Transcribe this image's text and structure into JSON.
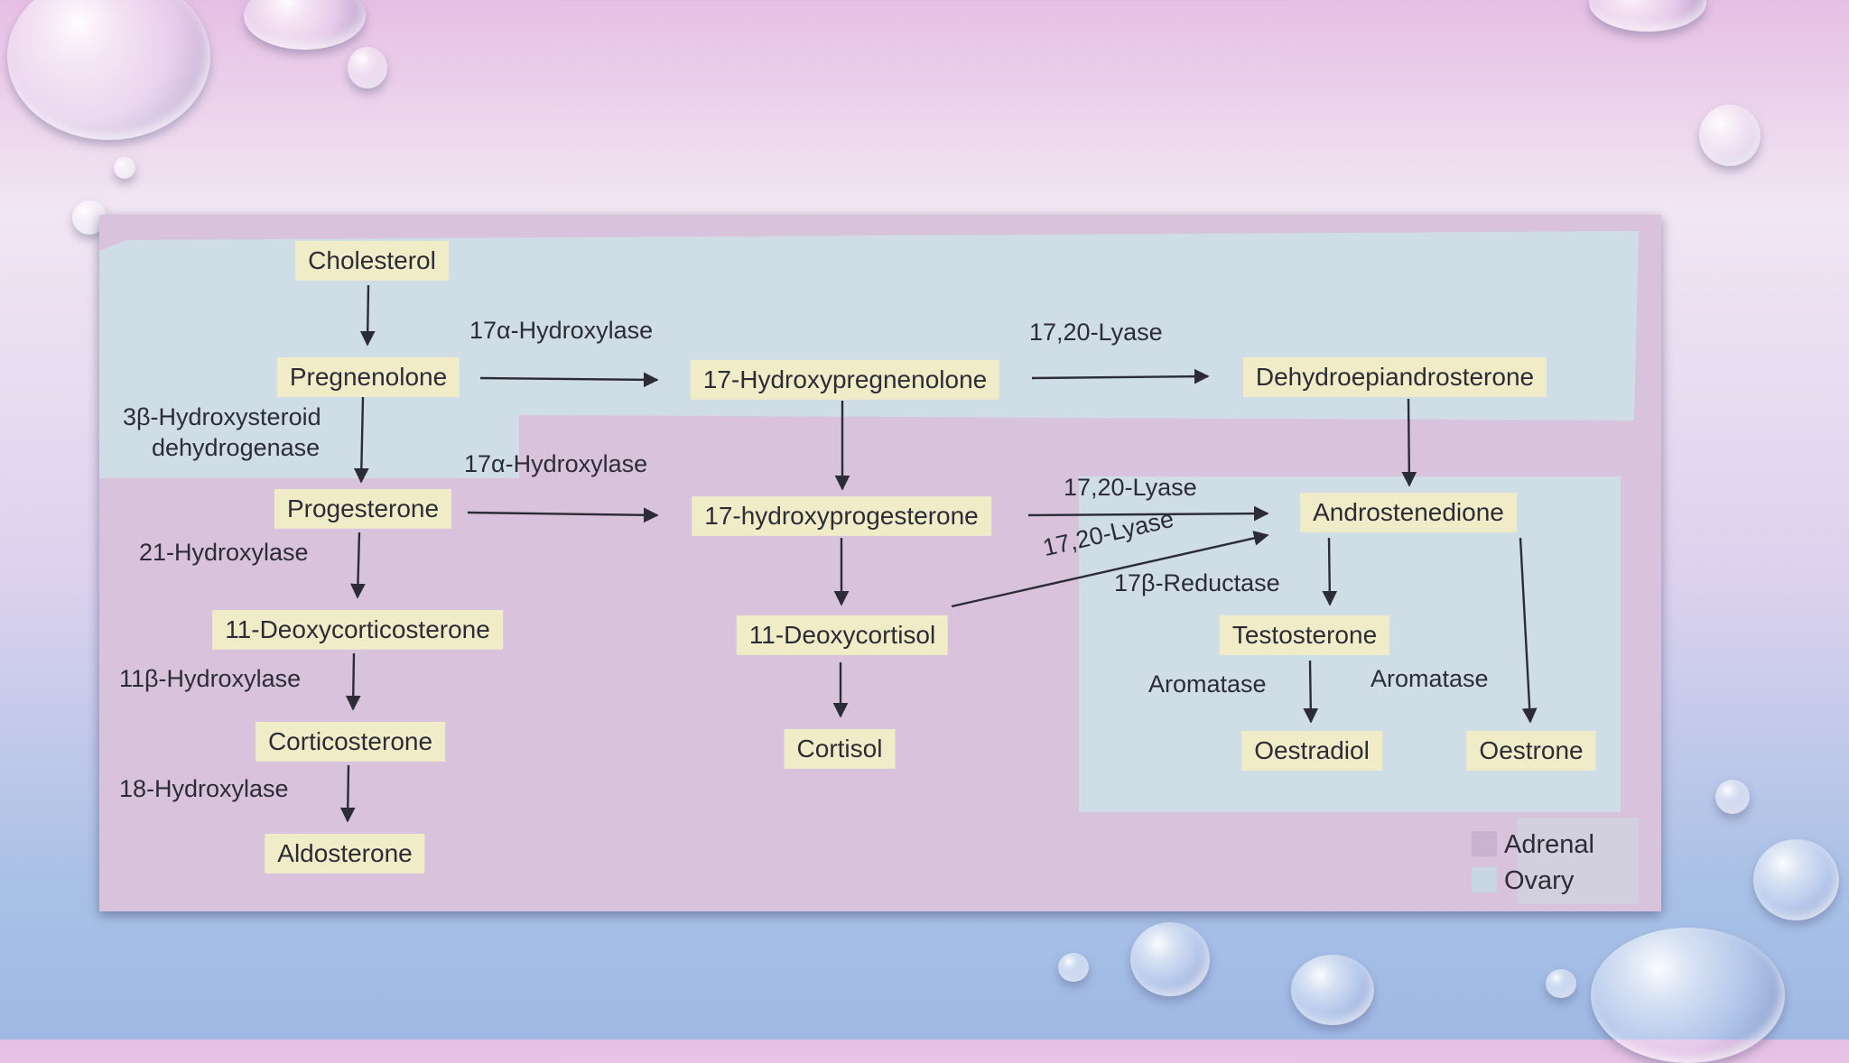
{
  "pathway": {
    "nodes": {
      "cholesterol": "Cholesterol",
      "pregnenolone": "Pregnenolone",
      "hydroxypregnenolone": "17-Hydroxypregnenolone",
      "dhea": "Dehydroepiandrosterone",
      "progesterone": "Progesterone",
      "hydroxyprogesterone": "17-hydroxyprogesterone",
      "androstenedione": "Androstenedione",
      "deoxycorticosterone": "11-Deoxycorticosterone",
      "deoxycortisol": "11-Deoxycortisol",
      "testosterone": "Testosterone",
      "corticosterone": "Corticosterone",
      "cortisol": "Cortisol",
      "oestradiol": "Oestradiol",
      "oestrone": "Oestrone",
      "aldosterone": "Aldosterone"
    },
    "enzymes": {
      "hydroxylase17a_top": "17α-Hydroxylase",
      "lyase_top": "17,20-Lyase",
      "hsd3b_line1": "3β-Hydroxysteroid",
      "hsd3b_line2": "dehydrogenase",
      "hydroxylase17a_mid": "17α-Hydroxylase",
      "lyase_mid": "17,20-Lyase",
      "hydroxylase21": "21-Hydroxylase",
      "lyase_diag": "17,20-Lyase",
      "reductase17b": "17β-Reductase",
      "hydroxylase11b": "11β-Hydroxylase",
      "aromatase_left": "Aromatase",
      "aromatase_right": "Aromatase",
      "hydroxylase18": "18-Hydroxylase"
    }
  },
  "legend": {
    "adrenal": "Adrenal",
    "ovary": "Ovary"
  },
  "colors": {
    "adrenal_region": "#d8c2dc",
    "ovary_region": "#cfdde7",
    "compound_box": "#f1ecc8",
    "arrow": "#2c2c36"
  }
}
